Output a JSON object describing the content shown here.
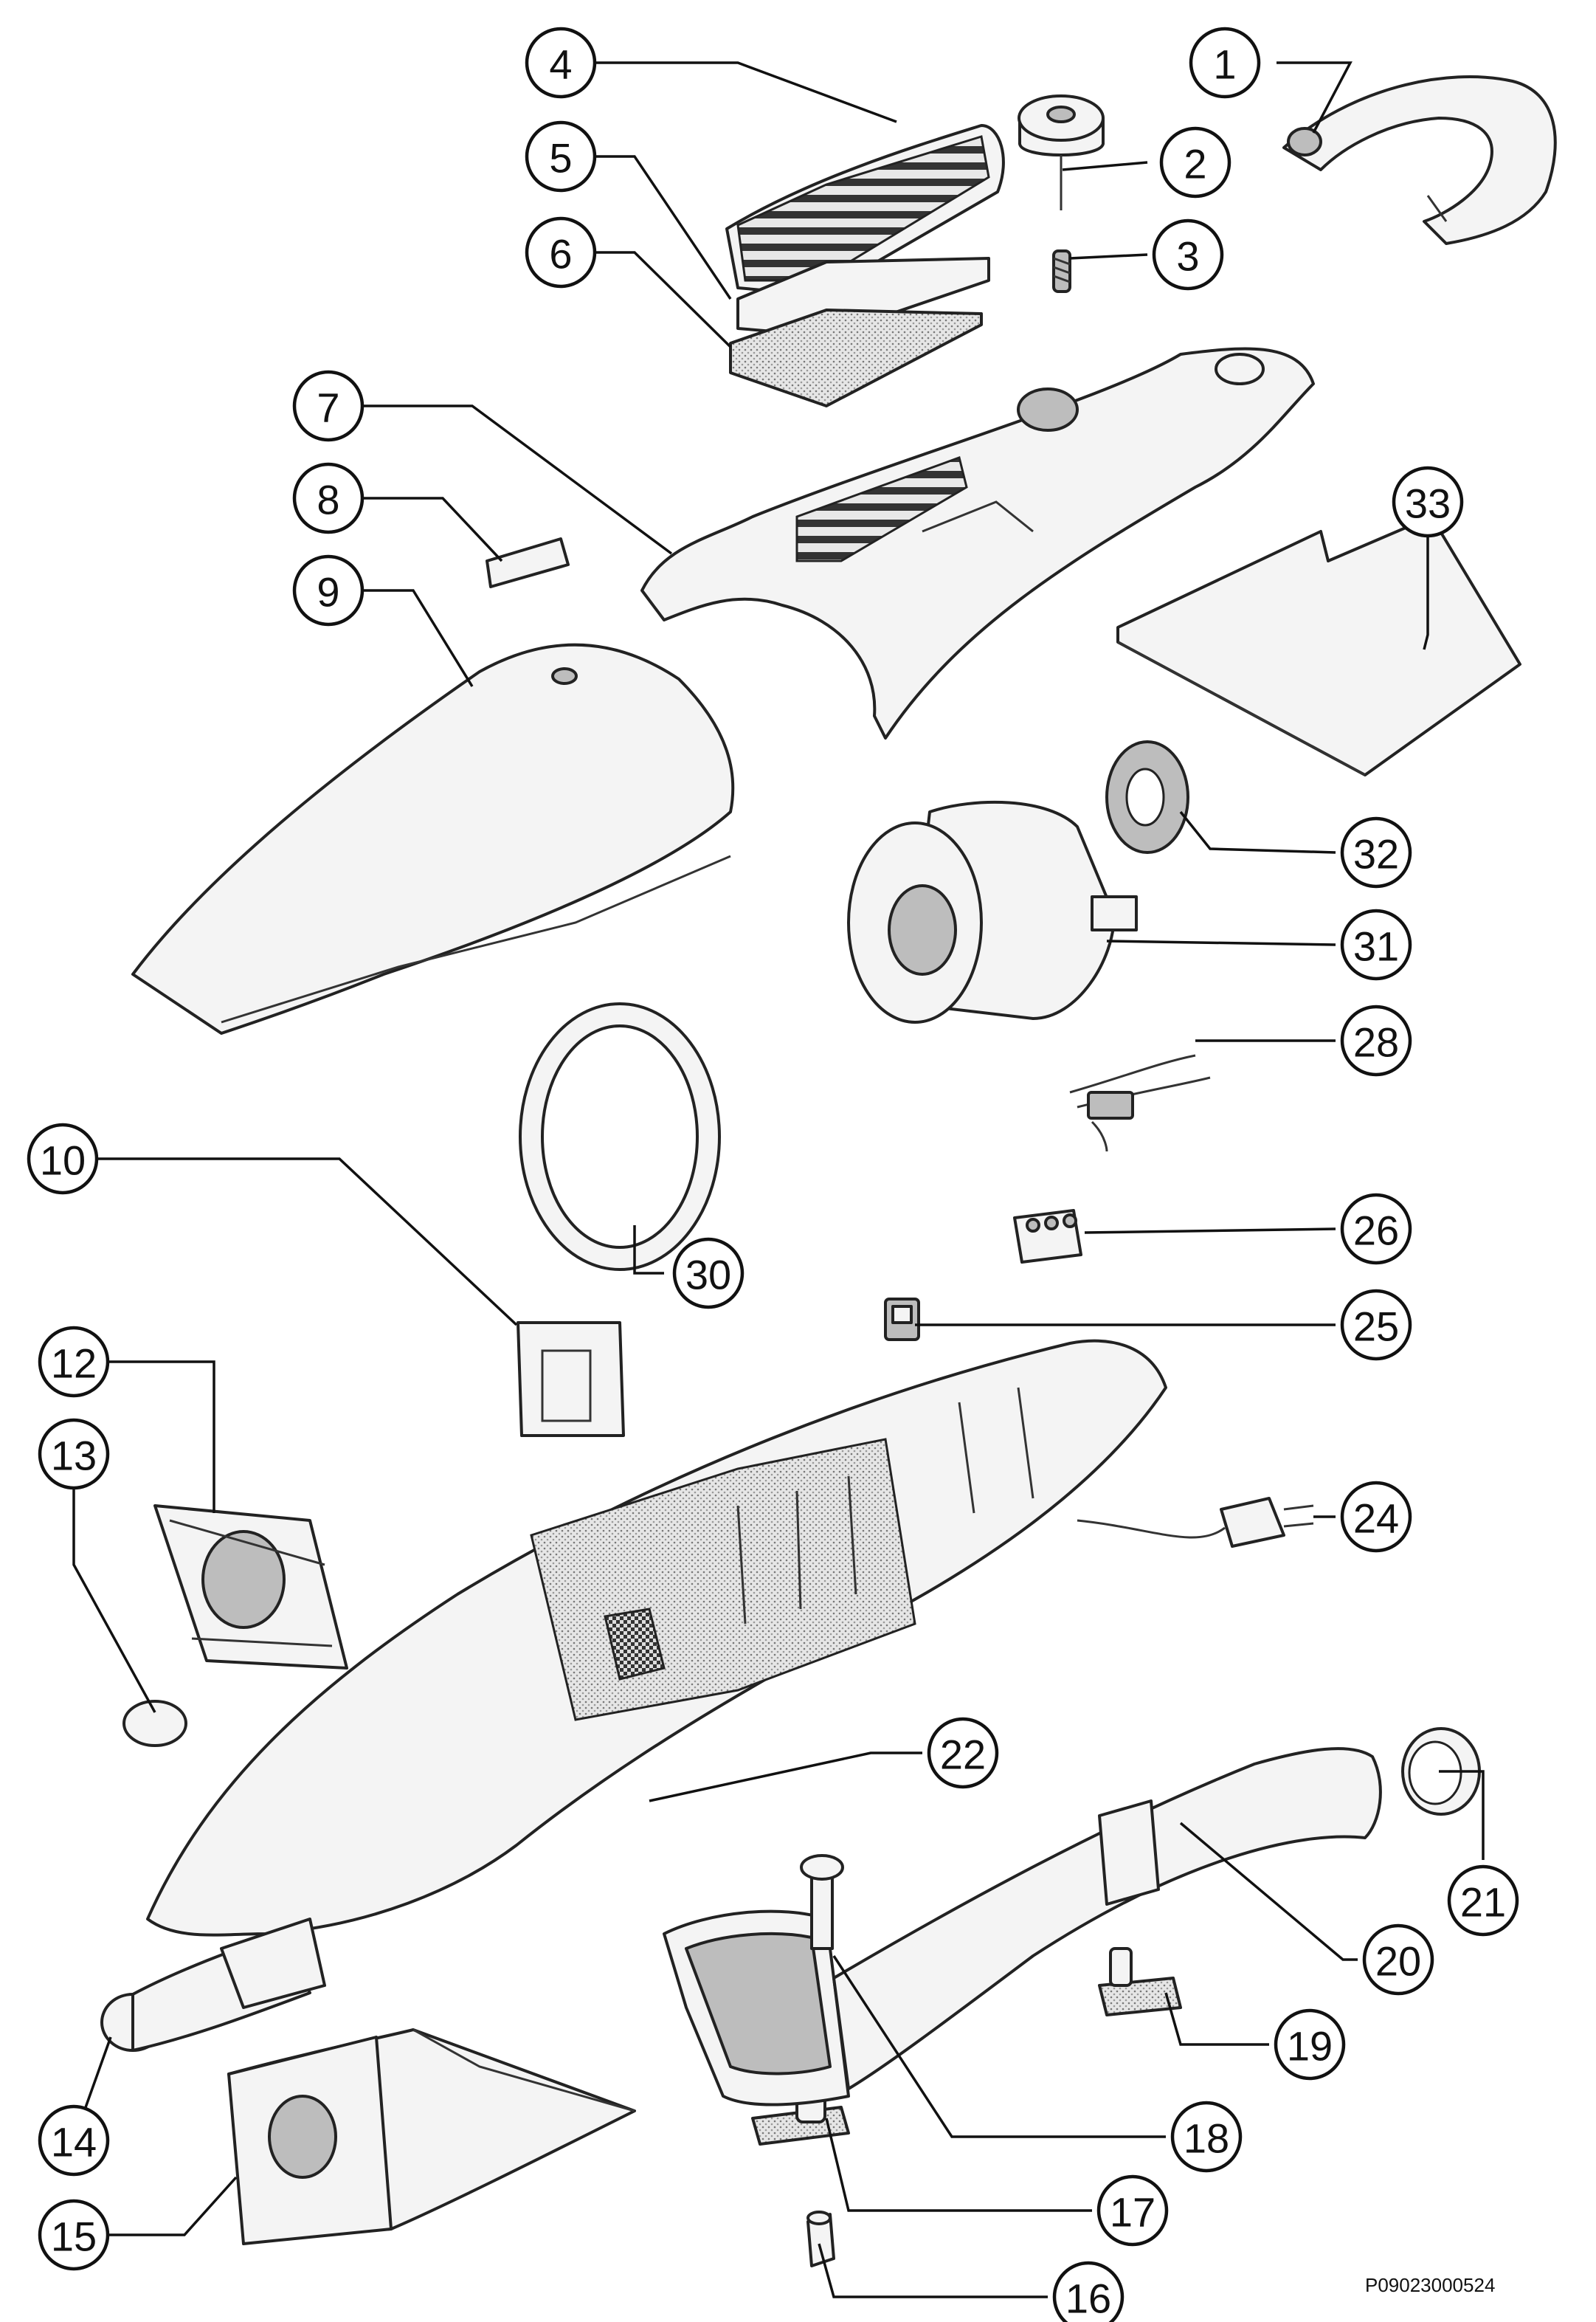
{
  "diagram": {
    "type": "exploded-parts-view",
    "document_code": "P09023000524",
    "callouts": [
      {
        "id": "1",
        "label": "1"
      },
      {
        "id": "2",
        "label": "2"
      },
      {
        "id": "3",
        "label": "3"
      },
      {
        "id": "4",
        "label": "4"
      },
      {
        "id": "5",
        "label": "5"
      },
      {
        "id": "6",
        "label": "6"
      },
      {
        "id": "7",
        "label": "7"
      },
      {
        "id": "8",
        "label": "8"
      },
      {
        "id": "9",
        "label": "9"
      },
      {
        "id": "10",
        "label": "10"
      },
      {
        "id": "12",
        "label": "12"
      },
      {
        "id": "13",
        "label": "13"
      },
      {
        "id": "14",
        "label": "14"
      },
      {
        "id": "15",
        "label": "15"
      },
      {
        "id": "16",
        "label": "16"
      },
      {
        "id": "17",
        "label": "17"
      },
      {
        "id": "18",
        "label": "18"
      },
      {
        "id": "19",
        "label": "19"
      },
      {
        "id": "20",
        "label": "20"
      },
      {
        "id": "21",
        "label": "21"
      },
      {
        "id": "22",
        "label": "22"
      },
      {
        "id": "24",
        "label": "24"
      },
      {
        "id": "25",
        "label": "25"
      },
      {
        "id": "26",
        "label": "26"
      },
      {
        "id": "28",
        "label": "28"
      },
      {
        "id": "30",
        "label": "30"
      },
      {
        "id": "31",
        "label": "31"
      },
      {
        "id": "32",
        "label": "32"
      },
      {
        "id": "33",
        "label": "33"
      }
    ]
  }
}
